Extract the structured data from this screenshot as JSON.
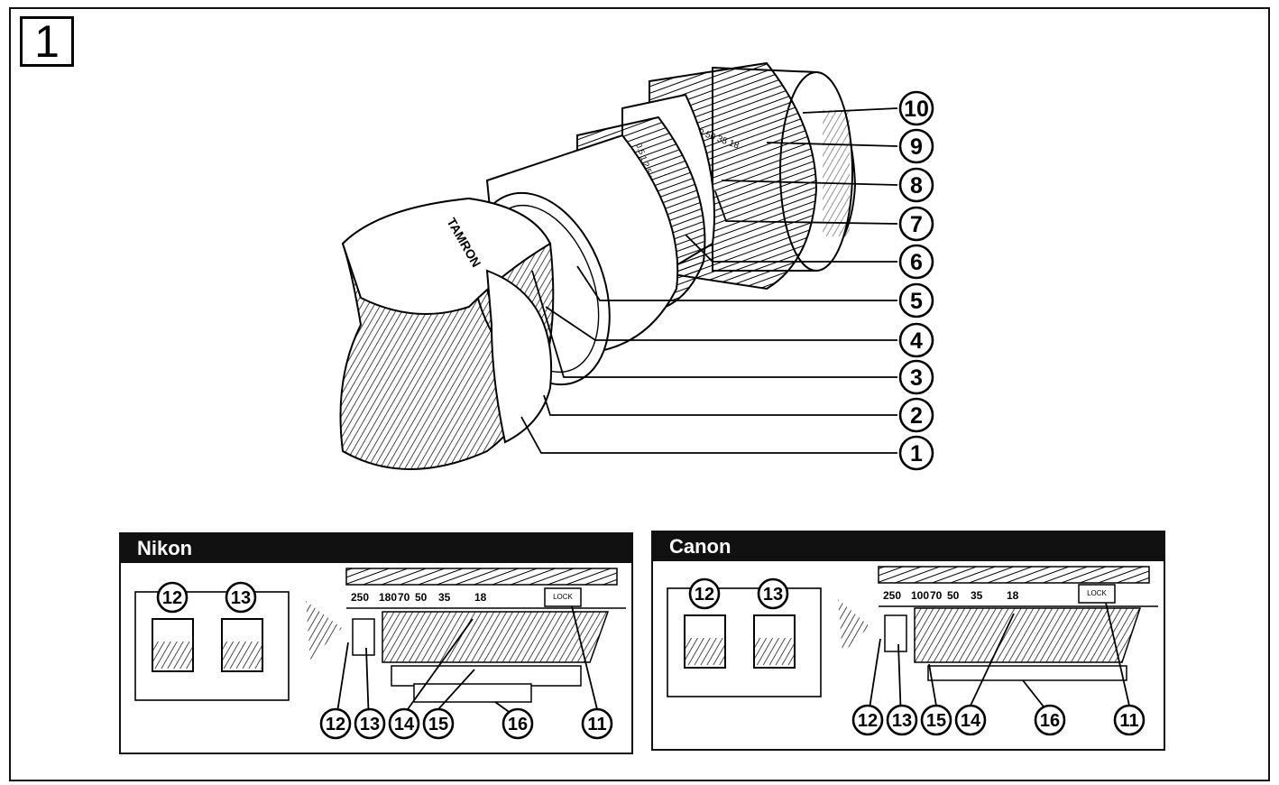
{
  "figure_number": "1",
  "main_callouts": [
    "1",
    "2",
    "3",
    "4",
    "5",
    "6",
    "7",
    "8",
    "9",
    "10"
  ],
  "lens_brand_text": "TAMRON",
  "panels": [
    {
      "title": "Nikon",
      "inset_callouts": [
        "12",
        "13"
      ],
      "lens_callouts": [
        "12",
        "13",
        "14",
        "15",
        "16",
        "11"
      ],
      "scale_labels": [
        "250",
        "180",
        "70",
        "50",
        "35",
        "18"
      ],
      "lock_label": "LOCK"
    },
    {
      "title": "Canon",
      "inset_callouts": [
        "12",
        "13"
      ],
      "lens_callouts": [
        "12",
        "13",
        "15",
        "14",
        "16",
        "11"
      ],
      "scale_labels": [
        "250",
        "100",
        "70",
        "50",
        "35",
        "18"
      ],
      "lock_label": "LOCK"
    }
  ]
}
